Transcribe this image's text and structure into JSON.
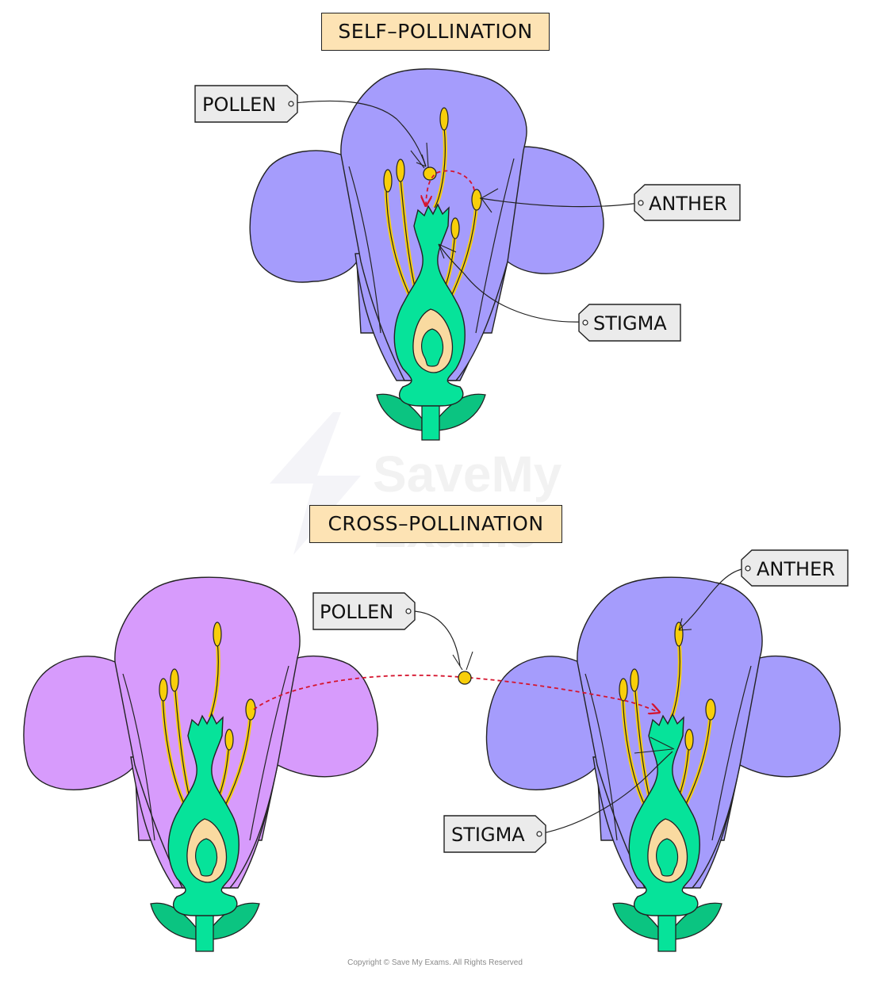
{
  "self_title": "SELF–POLLINATION",
  "cross_title": "CROSS–POLLINATION",
  "watermark": "SaveMy\nExams",
  "copyright": "Copyright © Save My Exams. All Rights Reserved",
  "self_labels": {
    "pollen": "POLLEN",
    "anther": "ANTHER",
    "stigma": "STIGMA"
  },
  "cross_labels": {
    "pollen": "POLLEN",
    "anther": "ANTHER",
    "stigma": "STIGMA"
  },
  "colors": {
    "blue_petal": "#a59cfc",
    "purple_petal": "#d79bfc",
    "carpel_green": "#06e39a",
    "leaf_green": "#0bc481",
    "ovary_cream": "#f9daa0",
    "anther_yellow": "#f8ce0a",
    "tag_fill": "#ebebeb",
    "title_fill": "#fde3b4",
    "arrow_red": "#d5142e"
  }
}
